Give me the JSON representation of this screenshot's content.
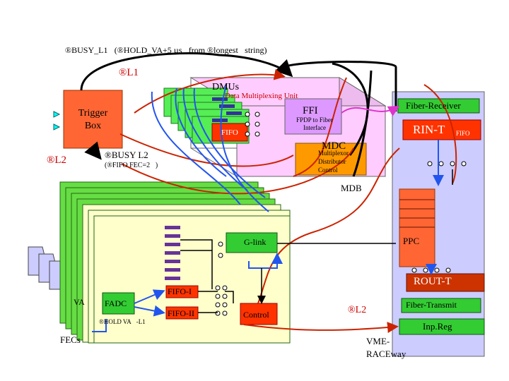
{
  "top_note": "®BUSY_L1\u0000(®HOLD_VA+5 µs\u0000from ®longest\u0000string)",
  "l1_label": "®L1\u0000",
  "dmus_label": "DMUs",
  "dmu_unit_label": "Data Multiplexing Unit",
  "fiber_receiver": "Fiber-Receiver",
  "trigger_box": "Trigger Box",
  "ffi_label": "FFI",
  "ffi_sub": "FPDP to Fiber Interface",
  "rin_t": "RIN-T",
  "fifo_small": "FIFO",
  "fifo_dmu": "FIFO",
  "mdc_label": "MDC",
  "mdc_sub": [
    "Multiplexor",
    "Distributor",
    "Control"
  ],
  "l2_left": "®L2\u0000",
  "busy_l2": "®BUSY L2\u0000",
  "fifo_fec": "(®FIFO FEC=2\u0000)",
  "mdb_label": "MDB",
  "glink_label": "G-link",
  "ppc_label": "PPC",
  "rout_t": "ROUT-T",
  "va_label": "VA",
  "fadc_label": "FADC",
  "fifo_i": "FIFO-I",
  "fifo_ii": "FIFO-II",
  "control_label": "Control",
  "hold_va": "®HOLD VA\u0000-L1",
  "fecs_label": "FECs",
  "l2_right": "®L2\u0000",
  "fiber_transmit": "Fiber-Transmit",
  "inpreg": "Inp.Reg",
  "vme": [
    "VME-",
    "RACEway"
  ],
  "colors": {
    "dmu_face": "#ffccff",
    "fec_green": "#66dd44",
    "fec_face": "#ffffcc",
    "crate_blue": "#ccccff",
    "trigger_orange": "#ff6633",
    "mdc_orange": "#ff9900",
    "ffi_purple": "#dd99ff",
    "fifo_red": "#ff3300",
    "cyan": "#00ffff",
    "green": "#33cc33"
  }
}
